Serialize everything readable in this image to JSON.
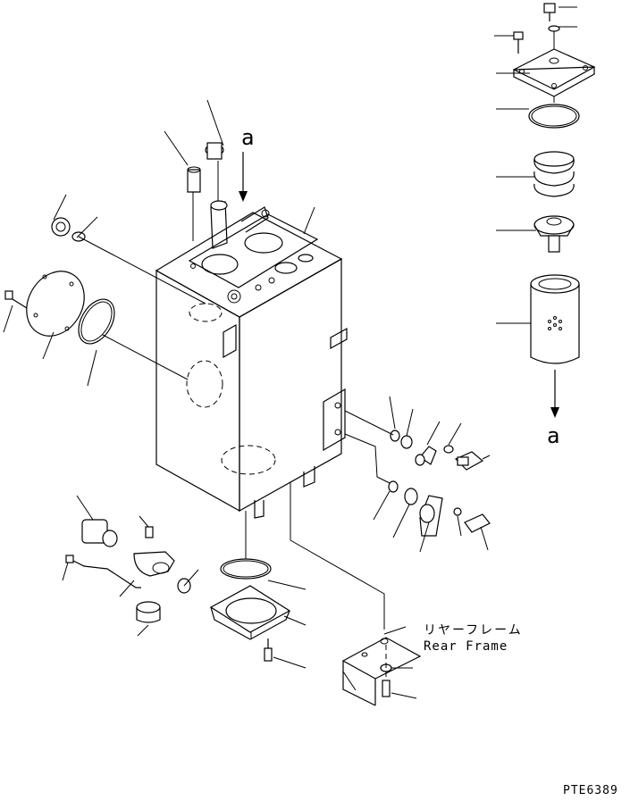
{
  "drawing_code": "PTE6389",
  "reference_mark": "a",
  "rear_frame": {
    "jp": "リヤーフレーム",
    "en": "Rear Frame"
  }
}
